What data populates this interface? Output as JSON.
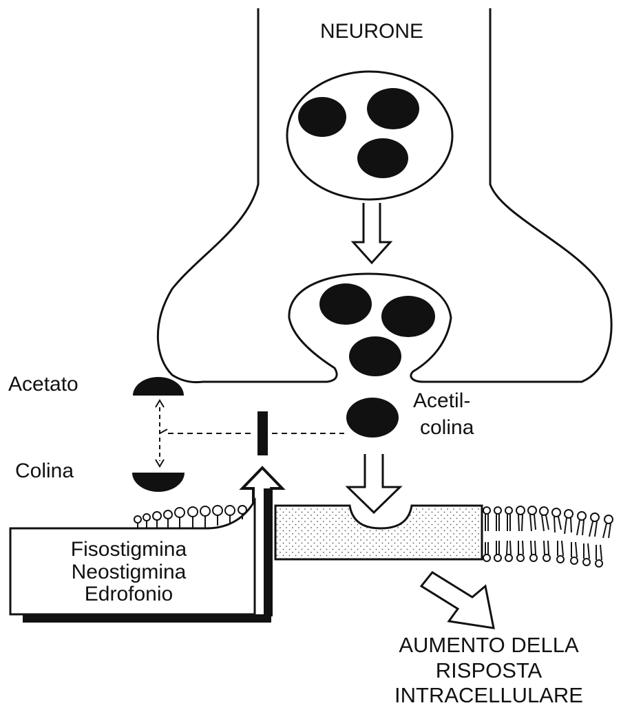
{
  "labels": {
    "neuron": "NEURONE",
    "acetate": "Acetato",
    "choline": "Colina",
    "acetylcholine_line1": "Acetil-",
    "acetylcholine_line2": "colina",
    "drug_1": "Fisostigmina",
    "drug_2": "Neostigmina",
    "drug_3": "Edrofonio",
    "response_line1": "AUMENTO DELLA",
    "response_line2": "RISPOSTA",
    "response_line3": "INTRACELLULARE"
  },
  "colors": {
    "ink": "#111111",
    "paper": "#ffffff",
    "stipple": "#555555"
  }
}
